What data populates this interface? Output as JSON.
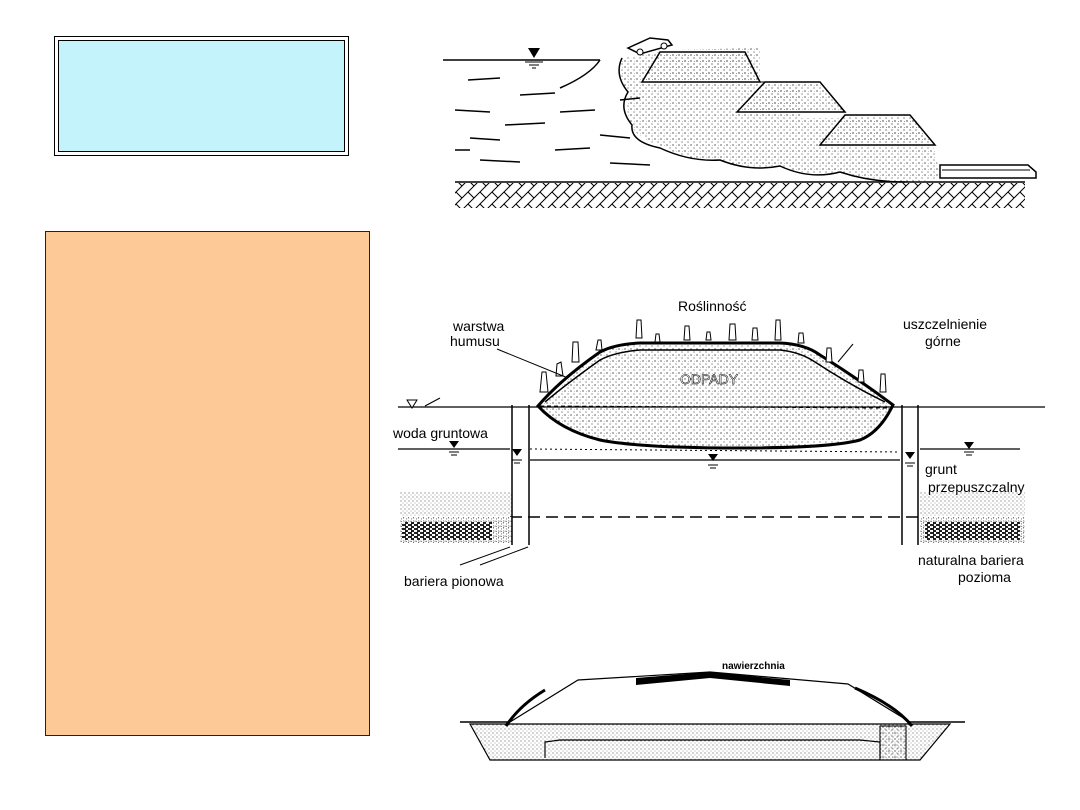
{
  "landfill": {
    "vegetation": "Roślinność",
    "humus_line1": "warstwa",
    "humus_line2": "humusu",
    "seal_line1": "uszczelnienie",
    "seal_line2": "górne",
    "waste": "ODPADY",
    "groundwater": "woda gruntowa",
    "permeable_line1": "grunt",
    "permeable_line2": "przepuszczalny",
    "vertical_barrier": "bariera pionowa",
    "natural_line1": "naturalna bariera",
    "natural_line2": "pozioma"
  },
  "road": {
    "surface": "nawierzchnia"
  }
}
